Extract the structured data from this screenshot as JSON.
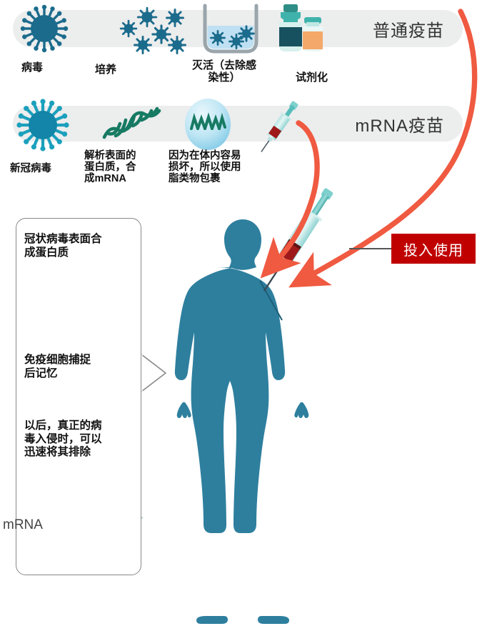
{
  "diagram": {
    "title_rows": [
      {
        "id": "row-conventional",
        "label": "普通疫苗"
      },
      {
        "id": "row-mrna",
        "label": "mRNA疫苗"
      }
    ],
    "conventional_steps": [
      {
        "icon": "virus-icon",
        "label": "病毒"
      },
      {
        "icon": "virus-culture-icon",
        "label": "培养"
      },
      {
        "icon": "beaker-icon",
        "label": "灭活（去除感\n染性）"
      },
      {
        "icon": "vaccine-vial-icon",
        "label": "试剂化"
      }
    ],
    "mrna_steps": [
      {
        "icon": "coronavirus-icon",
        "label": "新冠病毒"
      },
      {
        "icon": "rna-strand-icon",
        "label": "解析表面的\n蛋白质，合\n成mRNA"
      },
      {
        "icon": "lipid-nanoparticle-icon",
        "label": "因为在体内容易\n损坏，所以使用\n脂类物包裹"
      }
    ],
    "callout": {
      "label": "投入使用",
      "background": "#c00000",
      "text_color": "#ffffff"
    },
    "info_card": {
      "step1_text": "冠状病毒表面合\n成蛋白质",
      "step2_text": "免疫细胞捕捉\n后记忆",
      "step3_text": "以后，真正的病\n毒入侵时，可以\n迅速将其排除",
      "cell_label": "mRNA",
      "icons": [
        "immune-cell-icon",
        "protein-particle-icon",
        "down-arrow-icon",
        "mrna-cell-icon"
      ]
    },
    "figure": {
      "icon": "human-body-silhouette",
      "injection_icon": "syringe-icon"
    },
    "colors": {
      "pill_background": "#eceded",
      "virus_blue": "#1b6b8c",
      "body_teal": "#2e7f9e",
      "arrow_red": "#ef5a41",
      "callout_red": "#c00000",
      "rna_green": "#177a63",
      "cell_green": "#a8d8b9",
      "nucleus_blue": "#0b62b0",
      "immune_blue": "#1464a5",
      "vial_orange": "#f4a96a",
      "vial_dark": "#17515f",
      "text_dark": "#111111"
    }
  }
}
